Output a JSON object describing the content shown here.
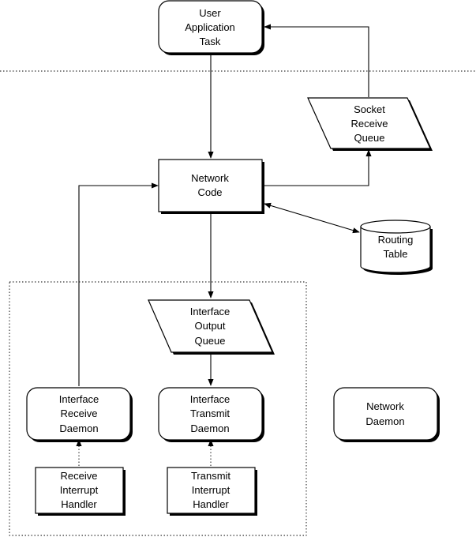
{
  "nodes": {
    "user_app": {
      "lines": [
        "User",
        "Application",
        "Task"
      ]
    },
    "socket_queue": {
      "lines": [
        "Socket",
        "Receive",
        "Queue"
      ]
    },
    "network_code": {
      "lines": [
        "Network",
        "Code"
      ]
    },
    "routing_table": {
      "lines": [
        "Routing",
        "Table"
      ]
    },
    "iface_output_queue": {
      "lines": [
        "Interface",
        "Output",
        "Queue"
      ]
    },
    "iface_receive_daemon": {
      "lines": [
        "Interface",
        "Receive",
        "Daemon"
      ]
    },
    "iface_transmit_daemon": {
      "lines": [
        "Interface",
        "Transmit",
        "Daemon"
      ]
    },
    "network_daemon": {
      "lines": [
        "Network",
        "Daemon"
      ]
    },
    "receive_handler": {
      "lines": [
        "Receive",
        "Interrupt",
        "Handler"
      ]
    },
    "transmit_handler": {
      "lines": [
        "Transmit",
        "Interrupt",
        "Handler"
      ]
    }
  },
  "colors": {
    "stroke": "#000000",
    "fill": "#ffffff",
    "shadow": "#000000"
  }
}
